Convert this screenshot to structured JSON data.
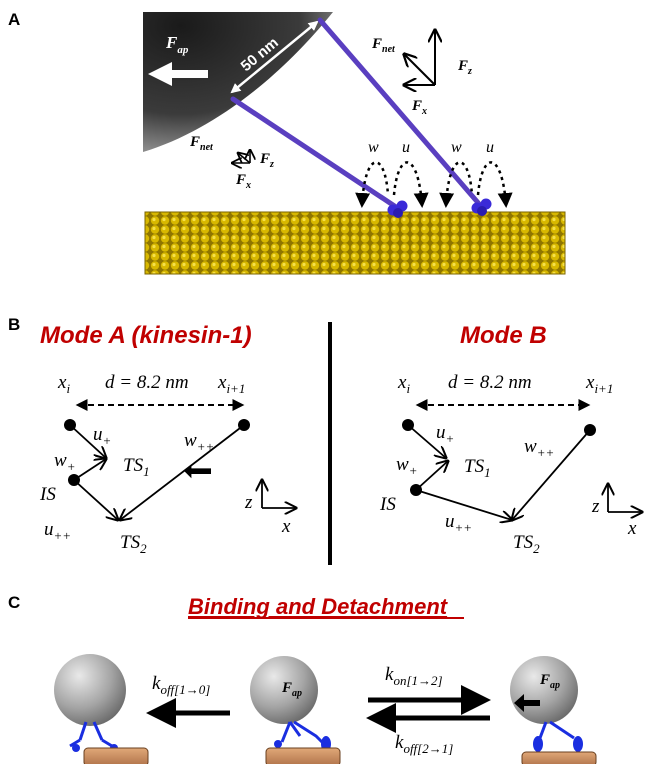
{
  "panels": {
    "a": {
      "letter": "A"
    },
    "b": {
      "letter": "B"
    },
    "c": {
      "letter": "C"
    }
  },
  "panel_a": {
    "fap": {
      "base": "F",
      "sub": "ap"
    },
    "scale_label": "50 nm",
    "fnet_top": {
      "base": "F",
      "sub": "net"
    },
    "fz_top": {
      "base": "F",
      "sub": "z"
    },
    "fx_top": {
      "base": "F",
      "sub": "x"
    },
    "fnet_left": {
      "base": "F",
      "sub": "net"
    },
    "fz_left": {
      "base": "F",
      "sub": "z"
    },
    "fx_left": {
      "base": "F",
      "sub": "x"
    },
    "w_label": "w",
    "u_label": "u",
    "colors": {
      "tip": "#262626",
      "stalk": "#5a3fc0",
      "head": "#3a2ad8",
      "microtubule": "#c9a800"
    }
  },
  "panel_b": {
    "mode_a_title": "Mode A  (kinesin-1)",
    "mode_b_title": "Mode B",
    "x_i": {
      "base": "x",
      "sub": "i"
    },
    "x_i1": {
      "base": "x",
      "sub": "i+1"
    },
    "distance": "d = 8.2 nm",
    "u_plus": {
      "base": "u",
      "sub": "+"
    },
    "w_plus": {
      "base": "w",
      "sub": "+"
    },
    "w_plusplus": {
      "base": "w",
      "sub": "++"
    },
    "u_plusplus": {
      "base": "u",
      "sub": "++"
    },
    "ts1": {
      "base": "TS",
      "sub": "1"
    },
    "ts2": {
      "base": "TS",
      "sub": "2"
    },
    "is_label": "IS",
    "axis_z": "z",
    "axis_x": "x",
    "title_color": "#c00000"
  },
  "panel_c": {
    "title": "Binding and Detachment",
    "k_off_10": {
      "base": "k",
      "sub": "off[1→0]"
    },
    "k_on_12": {
      "base": "k",
      "sub": "on[1→2]"
    },
    "k_off_21": {
      "base": "k",
      "sub": "off[2→1]"
    },
    "fap_mid": {
      "base": "F",
      "sub": "ap"
    },
    "fap_right": {
      "base": "F",
      "sub": "ap"
    },
    "colors": {
      "bead": "#9a9a9a",
      "motor": "#1a2ee0",
      "surface": "#c8895a"
    }
  }
}
